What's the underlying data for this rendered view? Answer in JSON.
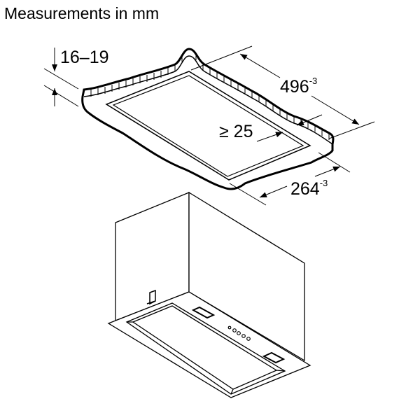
{
  "title": "Measurements in mm",
  "dimensions": {
    "thickness": "16–19",
    "width": "496",
    "width_tolerance": "-3",
    "min_distance": "≥ 25",
    "depth": "264",
    "depth_tolerance": "-3"
  }
}
